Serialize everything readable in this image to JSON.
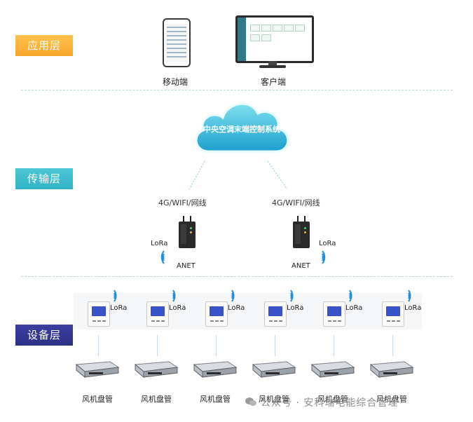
{
  "layers": {
    "application": "应用层",
    "transport": "传输层",
    "device": "设备层"
  },
  "clients": {
    "mobile": "移动端",
    "desktop": "客户端"
  },
  "cloud": {
    "label": "中央空调末端控制系统"
  },
  "network": {
    "left": "4G/WIFI/网线",
    "right": "4G/WIFI/网线"
  },
  "gateways": {
    "left": {
      "protocol": "LoRa",
      "name": "ANET"
    },
    "right": {
      "protocol": "LoRa",
      "name": "ANET"
    }
  },
  "devices": [
    {
      "protocol": "LoRa",
      "caption": "风机盘管"
    },
    {
      "protocol": "LoRa",
      "caption": "风机盘管"
    },
    {
      "protocol": "LoRa",
      "caption": "风机盘管"
    },
    {
      "protocol": "LoRa",
      "caption": "风机盘管"
    },
    {
      "protocol": "LoRa",
      "caption": "风机盘管"
    },
    {
      "protocol": "LoRa",
      "caption": "风机盘管"
    }
  ],
  "watermark": "公众号 · 安科瑞电能综合管理",
  "colors": {
    "application": "#f7a52a",
    "transport": "#2fb3c4",
    "device": "#2c2f86",
    "cloud": "#2cb1d1",
    "wifi": "#1e8fe0",
    "thermostat_screen": "#3a52c8"
  }
}
